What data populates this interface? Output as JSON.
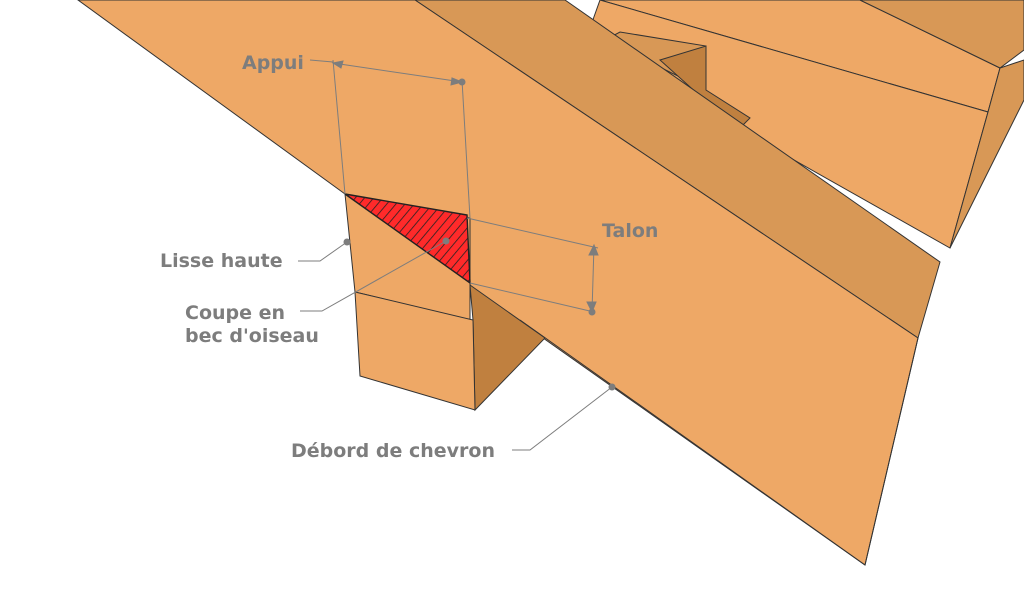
{
  "labels": {
    "appui": "Appui",
    "talon": "Talon",
    "lisse_haute": "Lisse haute",
    "coupe_line1": "Coupe en",
    "coupe_line2": "bec d'oiseau",
    "debord": "Débord de chevron"
  },
  "colors": {
    "wood_light": "#eea866",
    "wood_mid": "#d89856",
    "wood_dark": "#c0803f",
    "cut_red": "#ff2a2a",
    "label_gray": "#7d7d7d",
    "outline": "#333333"
  }
}
